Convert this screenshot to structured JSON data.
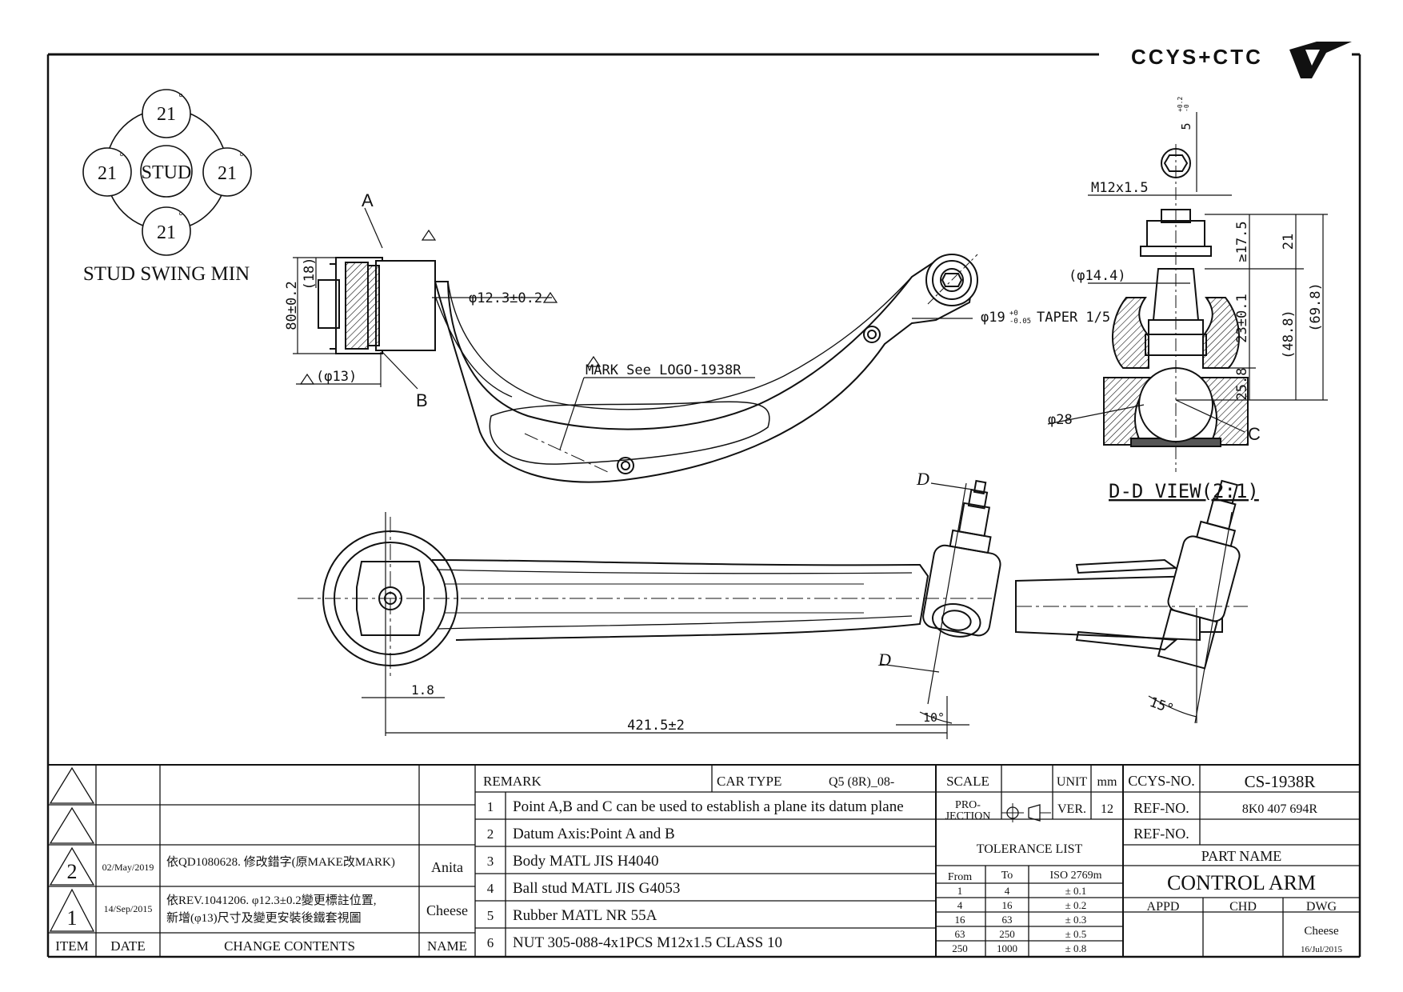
{
  "brand": {
    "logo_text": "CCYS+CTC"
  },
  "stud_swing": {
    "center": "STUD",
    "top": "21",
    "left": "21",
    "right": "21",
    "bottom": "21",
    "degree": "°",
    "caption": "STUD SWING MIN"
  },
  "main_view": {
    "point_a": "A",
    "point_b": "B",
    "dim_height": "80±0.2",
    "dim_18": "(18)",
    "dim_phi13": "(φ13)",
    "dim_bore": "φ12.3±0.2",
    "mark_note": "MARK See LOGO-1938R",
    "dim_taper": "φ19",
    "taper_tol_upper": "+0",
    "taper_tol_lower": "-0.05",
    "taper_label": "TAPER 1/5"
  },
  "section_view": {
    "title": "D-D VIEW(2:1)",
    "thread": "M12x1.5",
    "dim_5": "5",
    "dim_5_upper": "+0.2",
    "dim_5_lower": "-0",
    "dim_14_4": "(φ14.4)",
    "dim_17_5": "≥17.5",
    "dim_21": "21",
    "dim_69_8": "(69.8)",
    "dim_23": "23±0.1",
    "dim_48_8": "(48.8)",
    "dim_25_8": "25.8",
    "dim_28": "φ28",
    "point_c": "C"
  },
  "plan_view": {
    "section_d_top": "D",
    "section_d_bottom": "D",
    "dim_1_8": "1.8",
    "dim_length": "421.5±2",
    "angle": "10°"
  },
  "side_view": {
    "angle": "15°"
  },
  "revisions": {
    "headers": {
      "item": "ITEM",
      "date": "DATE",
      "contents": "CHANGE CONTENTS",
      "name": "NAME"
    },
    "rows": [
      {
        "item": "",
        "date": "",
        "contents": "",
        "name": ""
      },
      {
        "item": "",
        "date": "",
        "contents": "",
        "name": ""
      },
      {
        "item": "2",
        "date": "02/May/2019",
        "contents": "依QD1080628. 修改錯字(原MAKE改MARK)",
        "name": "Anita"
      },
      {
        "item": "1",
        "date": "14/Sep/2015",
        "contents": "依REV.1041206. φ12.3±0.2變更標註位置,",
        "contents2": "新增(φ13)尺寸及變更安裝後鐵套視圖",
        "name": "Cheese"
      }
    ]
  },
  "remarks": {
    "header": "REMARK",
    "car_type_label": "CAR TYPE",
    "car_type_value": "Q5 (8R)_08-",
    "items": [
      {
        "no": "1",
        "text": "Point A,B and C can be used to establish a plane its datum plane"
      },
      {
        "no": "2",
        "text": "Datum Axis:Point A and B"
      },
      {
        "no": "3",
        "text": "Body MATL JIS H4040"
      },
      {
        "no": "4",
        "text": "Ball stud MATL JIS G4053"
      },
      {
        "no": "5",
        "text": "Rubber MATL NR 55A"
      },
      {
        "no": "6",
        "text": "NUT 305-088-4x1PCS M12x1.5 CLASS 10"
      }
    ]
  },
  "spec": {
    "scale_label": "SCALE",
    "scale_value": "",
    "unit_label": "UNIT",
    "unit_value": "mm",
    "projection_label_1": "PRO-",
    "projection_label_2": "JECTION",
    "ver_label": "VER.",
    "ver_value": "12",
    "tolerance_title": "TOLERANCE LIST",
    "tol_headers": {
      "from": "From",
      "to": "To",
      "iso": "ISO 2769m"
    },
    "tol_rows": [
      {
        "from": "1",
        "to": "4",
        "tol": "± 0.1"
      },
      {
        "from": "4",
        "to": "16",
        "tol": "± 0.2"
      },
      {
        "from": "16",
        "to": "63",
        "tol": "± 0.3"
      },
      {
        "from": "63",
        "to": "250",
        "tol": "± 0.5"
      },
      {
        "from": "250",
        "to": "1000",
        "tol": "± 0.8"
      }
    ]
  },
  "title_block": {
    "ccys_no_label": "CCYS-NO.",
    "ccys_no_value": "CS-1938R",
    "ref_no_label": "REF-NO.",
    "ref_no_value": "8K0 407 694R",
    "ref_no2_label": "REF-NO.",
    "ref_no2_value": "",
    "part_name_label": "PART NAME",
    "part_name_value": "CONTROL ARM",
    "appd_label": "APPD",
    "chd_label": "CHD",
    "dwg_label": "DWG",
    "dwg_name": "Cheese",
    "dwg_date": "16/Jul/2015"
  }
}
